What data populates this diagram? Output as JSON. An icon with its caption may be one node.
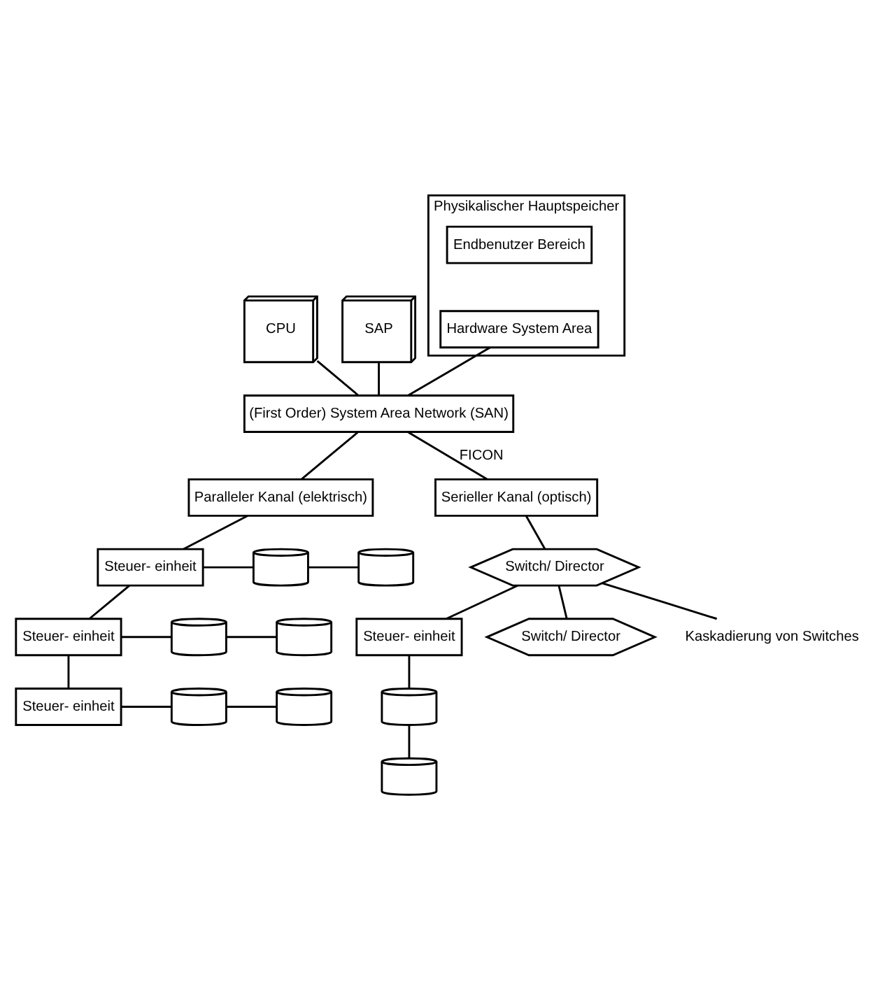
{
  "diagram": {
    "nodes": [
      {
        "text": [
          "CPU"
        ]
      },
      {
        "text": [
          "SAP"
        ]
      },
      {
        "text": [
          "Physikalischer Hauptspeicher"
        ]
      },
      {
        "text": [
          "Endbenutzer Bereich"
        ],
        "in": 2
      },
      {
        "text": [
          "Hardware System Area"
        ],
        "in": 2
      },
      {
        "text": [
          "(First Order) System Area Network (SAN)"
        ]
      },
      {
        "text": [
          "Paralleler Kanal (elektrisch)"
        ]
      },
      {
        "text": [
          "Serieller Kanal (optisch)"
        ]
      },
      {
        "text": [
          "Steuer- einheit"
        ]
      },
      {
        "text": [],
        "shape": "cylinder"
      },
      {
        "text": [],
        "shape": "cylinder"
      },
      {
        "text": [
          "Steuer- einheit"
        ]
      },
      {
        "text": [],
        "shape": "cylinder"
      },
      {
        "text": [],
        "shape": "cylinder"
      },
      {
        "text": [
          "Steuer- einheit"
        ]
      },
      {
        "text": [],
        "shape": "cylinder"
      },
      {
        "text": [],
        "shape": "cylinder"
      },
      {
        "text": [
          "Switch/ Director"
        ]
      },
      {
        "text": [
          "Steuer- einheit"
        ]
      },
      {
        "text": [
          "Switch/ Director"
        ]
      },
      {
        "text": [
          "Kaskadierung von Switches"
        ]
      },
      {
        "text": [],
        "shape": "cylinder"
      },
      {
        "text": [],
        "shape": "cylinder"
      }
    ],
    "edges": [
      {
        "from": 0,
        "to": 5,
        "arrow": "none"
      },
      {
        "from": 1,
        "to": 5,
        "arrow": "none"
      },
      {
        "from": 4,
        "to": 5,
        "arrow": "none"
      },
      {
        "from": 5,
        "to": 6,
        "arrow": "none"
      },
      {
        "from": 5,
        "to": 7,
        "arrow": "none",
        "label": "FICON"
      },
      {
        "from": 6,
        "to": 8,
        "arrow": "none"
      },
      {
        "from": 8,
        "to": 11,
        "arrow": "none"
      },
      {
        "from": 11,
        "to": 14,
        "arrow": "none"
      },
      {
        "from": 8,
        "to": 9,
        "arrow": "none"
      },
      {
        "from": 9,
        "to": 10,
        "arrow": "none"
      },
      {
        "from": 11,
        "to": 12,
        "arrow": "none"
      },
      {
        "from": 12,
        "to": 13,
        "arrow": "none"
      },
      {
        "from": 14,
        "to": 15,
        "arrow": "none"
      },
      {
        "from": 15,
        "to": 16,
        "arrow": "none"
      },
      {
        "from": 7,
        "to": 17,
        "arrow": "none"
      },
      {
        "from": 17,
        "to": 18,
        "arrow": "none"
      },
      {
        "from": 17,
        "to": 20,
        "arrow": "none"
      },
      {
        "from": 17,
        "to": 19,
        "arrow": "none"
      },
      {
        "from": 18,
        "to": 21,
        "arrow": "none"
      },
      {
        "from": 21,
        "to": 22,
        "arrow": "none"
      }
    ]
  }
}
